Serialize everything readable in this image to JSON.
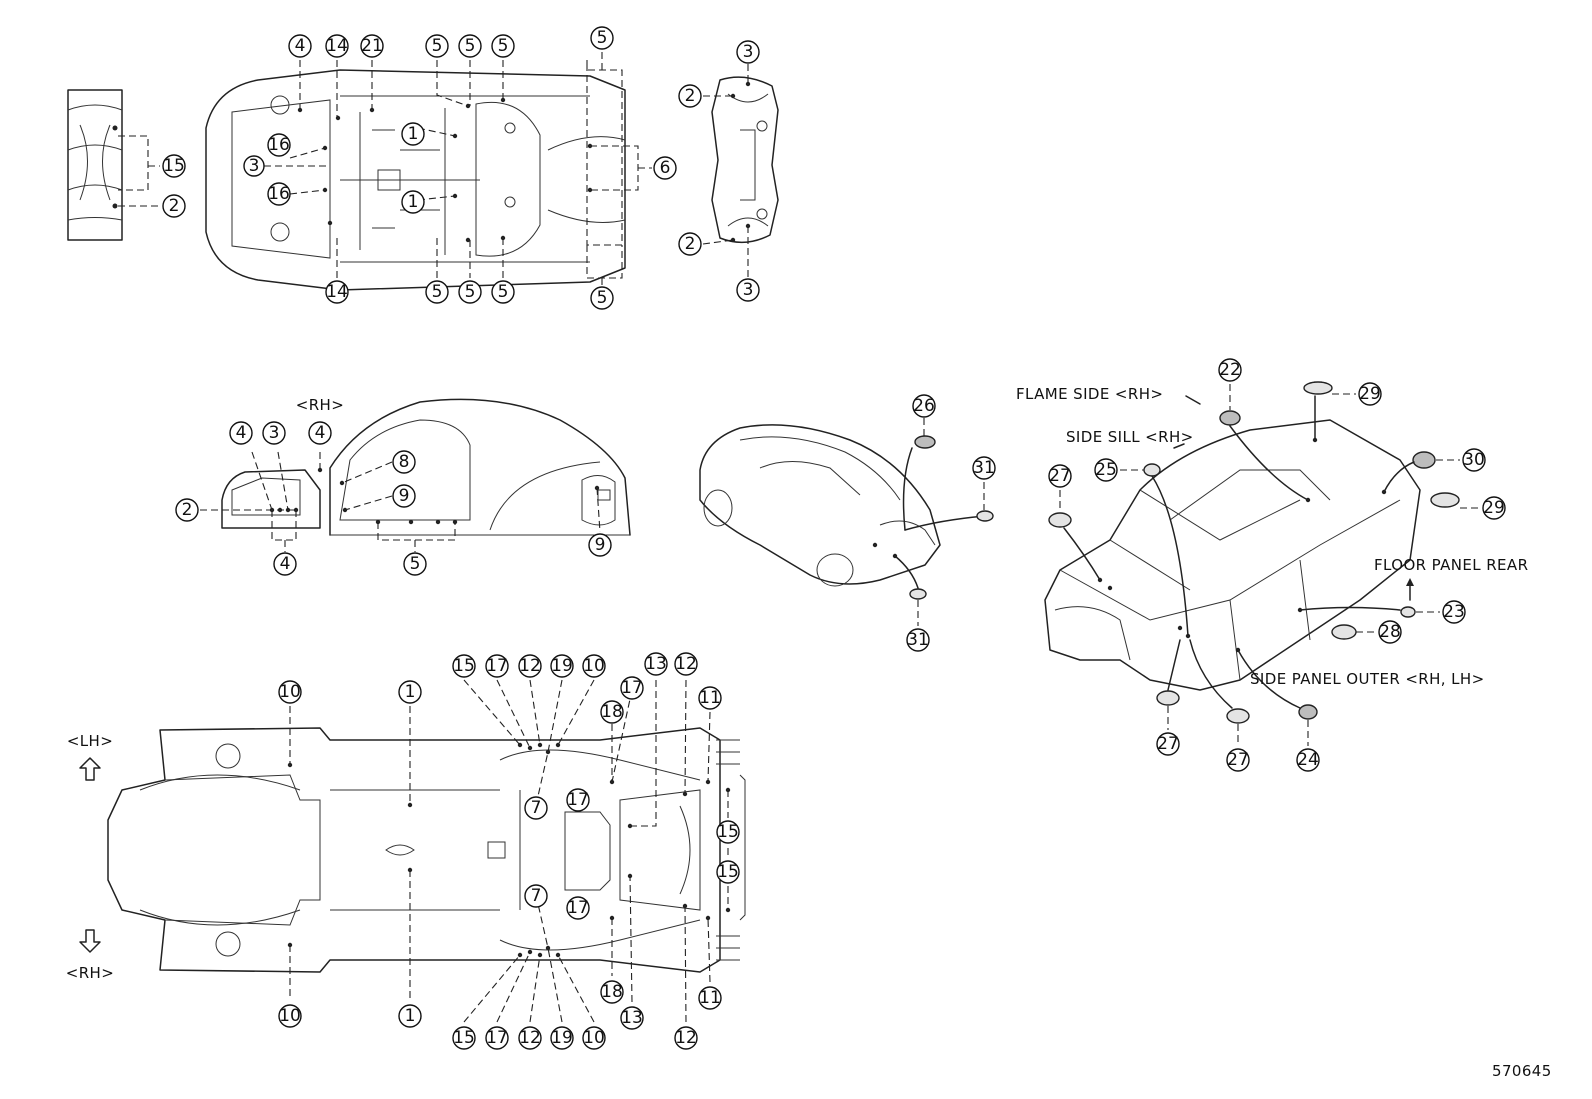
{
  "labels": {
    "rh_top": "<RH>",
    "lh": "<LH>",
    "rh_bottom": "<RH>",
    "flame_side": "FLAME SIDE <RH>",
    "side_sill": "SIDE SILL <RH>",
    "floor_panel_rear": "FLOOR PANEL REAR",
    "side_panel_outer": "SIDE PANEL OUTER <RH, LH>",
    "diagram_number": "570645"
  },
  "callouts": {
    "c1": "15",
    "c2": "2",
    "c3": "4",
    "c4": "14",
    "c5": "21",
    "c6": "5",
    "c7": "5",
    "c8": "5",
    "c9": "5",
    "c10": "16",
    "c11": "3",
    "c12": "16",
    "c13": "1",
    "c14": "1",
    "c15": "6",
    "c16": "14",
    "c17": "5",
    "c18": "5",
    "c19": "5",
    "c20": "5",
    "c21": "3",
    "c22": "2",
    "c23": "2",
    "c24": "3",
    "c25": "4",
    "c26": "3",
    "c27": "4",
    "c28": "8",
    "c29": "9",
    "c30": "2",
    "c31": "4",
    "c32": "5",
    "c33": "9",
    "c34": "26",
    "c35": "31",
    "c36": "31",
    "c37": "22",
    "c38": "29",
    "c39": "25",
    "c40": "30",
    "c41": "27",
    "c42": "29",
    "c43": "23",
    "c44": "28",
    "c45": "27",
    "c46": "27",
    "c47": "24",
    "c48": "10",
    "c49": "1",
    "c50": "15",
    "c51": "17",
    "c52": "12",
    "c53": "19",
    "c54": "10",
    "c55": "13",
    "c56": "12",
    "c57": "17",
    "c58": "18",
    "c59": "11",
    "c60": "7",
    "c61": "17",
    "c62": "15",
    "c63": "15",
    "c64": "7",
    "c65": "17",
    "c66": "10",
    "c67": "1",
    "c68": "15",
    "c69": "17",
    "c70": "12",
    "c71": "19",
    "c72": "10",
    "c73": "18",
    "c74": "13",
    "c75": "11",
    "c76": "12"
  },
  "icons": {
    "up_arrow": "outline-up-arrow-icon",
    "down_arrow": "outline-down-arrow-icon"
  }
}
